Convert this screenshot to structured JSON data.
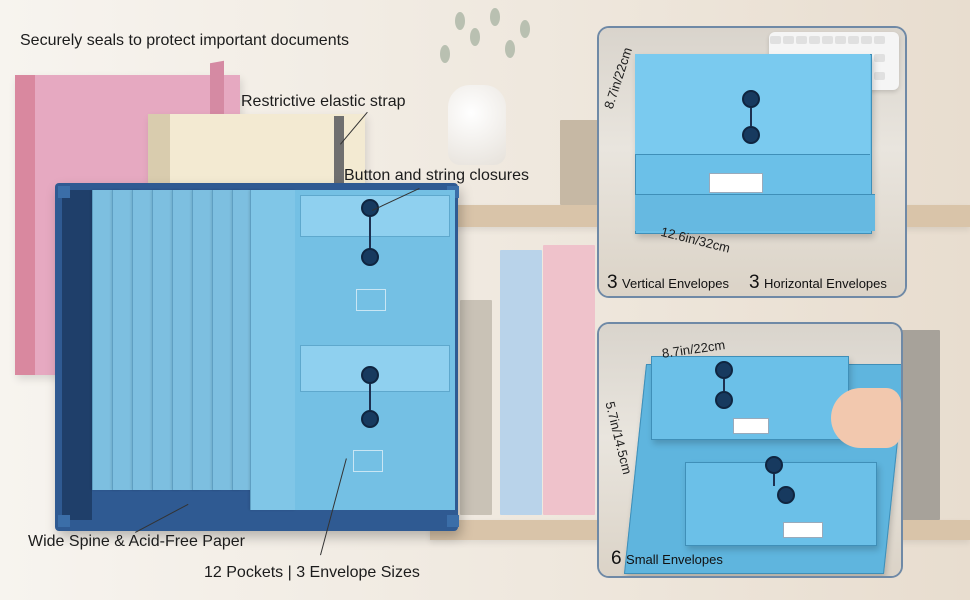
{
  "captions": {
    "top_left": "Securely seals to protect important documents",
    "elastic": "Restrictive elastic strap",
    "closures": "Button and string closures",
    "spine": "Wide Spine & Acid-Free Paper",
    "pockets": "12 Pockets | 3 Envelope Sizes"
  },
  "panel_top": {
    "dim_height": "8.7in/22cm",
    "dim_width": "12.6in/32cm",
    "note_left_num": "3",
    "note_left_text": "Vertical Envelopes",
    "note_right_num": "3",
    "note_right_text": "Horizontal Envelopes"
  },
  "panel_bottom": {
    "dim_width": "8.7in/22cm",
    "dim_height": "5.7in/14.5cm",
    "note_num": "6",
    "note_text": "Small Envelopes"
  },
  "colors": {
    "envelope_blue": "#74c0e4",
    "folder_navy": "#2f5a92",
    "pink_cover": "#e6a9c1",
    "cream_cover": "#f3ead2"
  }
}
